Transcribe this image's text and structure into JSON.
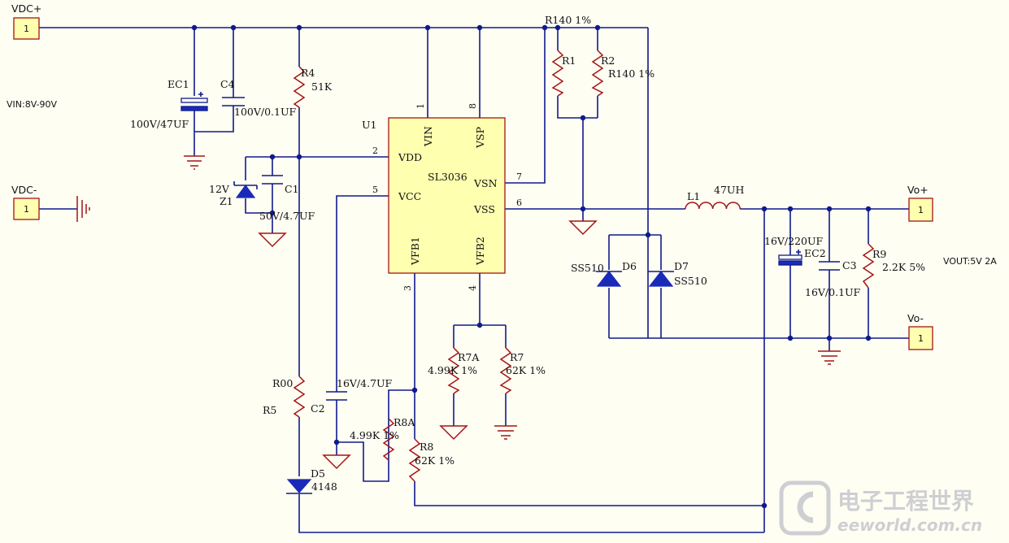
{
  "nets": {
    "vdc_plus": "VDC+",
    "vdc_minus": "VDC-",
    "vo_plus": "Vo+",
    "vo_minus": "Vo-",
    "port_pin": "1"
  },
  "notes": {
    "vin": "VIN:8V-90V",
    "vout": "VOUT:5V 2A"
  },
  "ic": {
    "designator": "U1",
    "part": "SL3036",
    "pins": {
      "vin": "VIN",
      "vsp": "VSP",
      "vdd": "VDD",
      "vcc": "VCC",
      "vsn": "VSN",
      "vss": "VSS",
      "vfb1": "VFB1",
      "vfb2": "VFB2"
    },
    "pin_numbers": {
      "vin": "1",
      "vsp": "8",
      "vdd": "2",
      "vcc": "5",
      "vsn": "7",
      "vss": "6",
      "vfb1": "3",
      "vfb2": "4"
    }
  },
  "components": {
    "ec1": {
      "ref": "EC1",
      "value": "100V/47UF"
    },
    "c4": {
      "ref": "C4",
      "value": "100V/0.1UF"
    },
    "r4": {
      "ref": "R4",
      "value": "51K"
    },
    "z1": {
      "ref": "Z1",
      "value": "12V"
    },
    "c1": {
      "ref": "C1",
      "value": "50V/4.7UF"
    },
    "r_sense": {
      "label": "R140 1%"
    },
    "r1": {
      "ref": "R1"
    },
    "r2": {
      "ref": "R2",
      "value": "R140 1%"
    },
    "r00": {
      "ref": "R00"
    },
    "r5": {
      "ref": "R5"
    },
    "c2": {
      "ref": "C2",
      "value": "16V/4.7UF"
    },
    "d5": {
      "ref": "D5",
      "value": "4148"
    },
    "r8a": {
      "ref": "R8A",
      "value": "4.99K 1%"
    },
    "r8": {
      "ref": "R8",
      "value": "62K 1%"
    },
    "r7a": {
      "ref": "R7A",
      "value": "4.99K 1%"
    },
    "r7": {
      "ref": "R7",
      "value": "62K 1%"
    },
    "d6": {
      "ref": "D6",
      "value": "SS510"
    },
    "d7": {
      "ref": "D7",
      "value": "SS510"
    },
    "l1": {
      "ref": "L1",
      "value": "47UH"
    },
    "ec2": {
      "ref": "EC2",
      "value": "16V/220UF"
    },
    "c3": {
      "ref": "C3",
      "value": "16V/0.1UF"
    },
    "r9": {
      "ref": "R9",
      "value": "2.2K 5%"
    }
  },
  "watermark": {
    "cn": "电子工程世界",
    "en": "eeworld.com.cn"
  },
  "colors": {
    "wire": "#0f1a8c",
    "part": "#a31414",
    "port_fill": "#ffffb0",
    "ic_fill": "#ffffb0",
    "background": "#fffef3"
  }
}
